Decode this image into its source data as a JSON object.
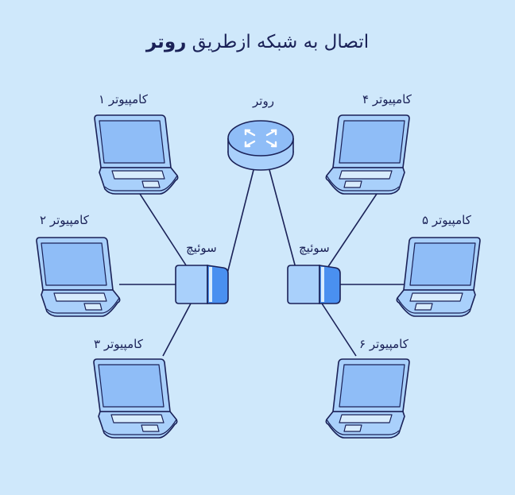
{
  "title": {
    "main": "اتصال به شبکه ازطریق",
    "emphasis": "روتر"
  },
  "router": {
    "label": "روتر",
    "icon": "router-icon"
  },
  "switches": [
    {
      "label": "سوئیچ",
      "icon": "switch-icon"
    },
    {
      "label": "سوئیچ",
      "icon": "switch-icon"
    }
  ],
  "computers": [
    {
      "label": "کامپیوتر ۱",
      "icon": "laptop-icon"
    },
    {
      "label": "کامپیوتر ۲",
      "icon": "laptop-icon"
    },
    {
      "label": "کامپیوتر ۳",
      "icon": "laptop-icon"
    },
    {
      "label": "کامپیوتر ۴",
      "icon": "laptop-icon"
    },
    {
      "label": "کامپیوتر ۵",
      "icon": "laptop-icon"
    },
    {
      "label": "کامپیوتر ۶",
      "icon": "laptop-icon"
    }
  ],
  "colors": {
    "background": "#cfe8fb",
    "outline": "#1a2157",
    "device_fill": "#a9d0fb",
    "screen_fill": "#8fbdf7",
    "accent": "#4a90f0"
  }
}
